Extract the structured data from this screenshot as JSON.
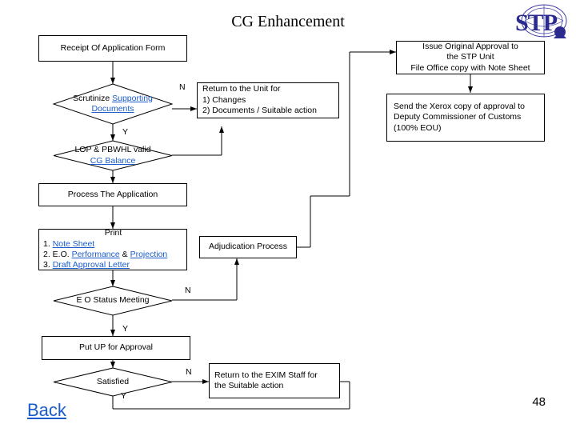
{
  "slide": {
    "title": "CG Enhancement",
    "page_number": "48",
    "back_label": "Back",
    "logo_text": "STP"
  },
  "nodes": {
    "receipt": {
      "label": "Receipt Of Application Form"
    },
    "issue_approval": {
      "line1": "Issue Original Approval to",
      "line2": "the STP Unit",
      "line3": "File Office copy with Note Sheet"
    },
    "send_xerox": {
      "line1": "Send the Xerox copy of approval to",
      "line2": "Deputy Commissioner of Customs",
      "line3": "(100% EOU)"
    },
    "return_unit": {
      "line1": "Return to the Unit for",
      "line2": "1)  Changes",
      "line3": "2)  Documents / Suitable action"
    },
    "scrutinize": {
      "line1": "Scrutinize",
      "line1b": "Supporting",
      "line2": "Documents"
    },
    "lop": {
      "line1": "LOP & PBWHL valid",
      "line2": "CG Balance"
    },
    "process": {
      "label": "Process The Application"
    },
    "print": {
      "line0": "Print",
      "line1": "1. Note Sheet",
      "line2": "2. E.O. Performance & Projection",
      "line3": "3. Draft Approval Letter"
    },
    "adjudication": {
      "label": "Adjudication Process"
    },
    "eo_status": {
      "label": "E O Status Meeting"
    },
    "put_up": {
      "label": "Put UP for Approval"
    },
    "satisfied": {
      "label": "Satisfied"
    },
    "return_exim": {
      "line1": "Return to the EXIM Staff for",
      "line2": "the Suitable action"
    }
  },
  "edge_labels": {
    "scrutinize_n": "N",
    "scrutinize_y": "Y",
    "eo_status_n": "N",
    "eo_status_y": "Y",
    "satisfied_n": "N",
    "satisfied_y": "Y"
  },
  "colors": {
    "link": "#1a5ccc",
    "stroke": "#000000",
    "background": "#ffffff"
  }
}
